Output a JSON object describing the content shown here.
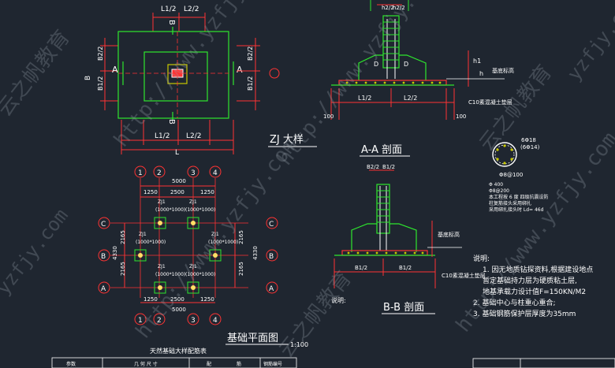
{
  "colors": {
    "background": "#1f2630",
    "dimension": "#ff3333",
    "structure": "#2ee62e",
    "column": "#c8c800",
    "rebar": "#ffffff",
    "text": "#ffffff",
    "axis_bubble": "#ff3333",
    "watermark": "#9aa3ad"
  },
  "watermark": {
    "url": "http://www.yzfjy.com",
    "brand": "云之帆教育",
    "url_short": "yzfjy.com"
  },
  "zj_detail": {
    "title": "ZJ 大样",
    "dim_l1_half": "L1/2",
    "dim_l2_half": "L2/2",
    "dim_b": "B",
    "dim_b1_half": "B1/2",
    "dim_b2_half": "B2/2",
    "dim_l": "L",
    "section_a": "A"
  },
  "section_aa": {
    "title": "A-A 剖面",
    "dim_h": "h",
    "dim_h1": "h1",
    "dim_h2_half": "h2/2",
    "dim_l1_half": "L1/2",
    "dim_l2_half": "L2/2",
    "dim_d": "D",
    "dim_100": "100",
    "note_layer": "基底标高",
    "note_pad": "C10素混凝土垫层"
  },
  "section_bb": {
    "title": "B-B 剖面",
    "dim_b1_half": "B1/2",
    "dim_b2_half": "B2/2",
    "note_layer": "基底标高",
    "note_pad": "C10素混凝土垫层",
    "label_note": "说明:"
  },
  "column_section": {
    "rebar_top": "6Φ18",
    "rebar_bottom": "(6Φ14)",
    "stirrup": "Φ8@100",
    "line1": "Φ 400",
    "line2": "Φ8@200",
    "line3": "本工程按 6 度 四级抗震设防",
    "line4": "柱复筋接头采用绑扎",
    "line5": "采用绑扎接头时 Ld= 46d"
  },
  "plan": {
    "title": "基础平面图",
    "scale": "1:100",
    "col_axes": [
      "1",
      "2",
      "3",
      "4"
    ],
    "row_axes": [
      "C",
      "B",
      "A"
    ],
    "span_total": "5000",
    "spans": [
      "1250",
      "2500",
      "1250"
    ],
    "row_dims_left": [
      "2165",
      "2165"
    ],
    "row_total": "4330",
    "footing_label": "ZJ1",
    "footing_size": "(1000*1000)"
  },
  "notes": {
    "heading": "说明:",
    "items": [
      "1. 因无地质钻探资料,根据建设地点",
      "暂定基础持力层为硬质粘土层,",
      "地基承载力设计值F=150KN/M2",
      "2. 基础中心与柱重心重合;",
      "3. 基础钢筋保护层厚度为35mm"
    ]
  },
  "table": {
    "caption": "天然基础大样配筋表",
    "headers": [
      "参数",
      "几 何 尺 寸",
      "配",
      "筋",
      "钢筋编号"
    ]
  }
}
